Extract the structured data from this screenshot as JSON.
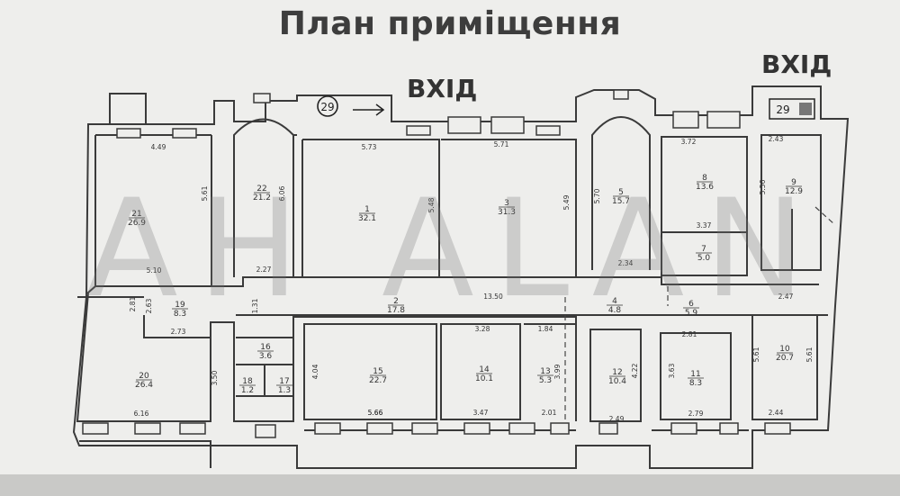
{
  "title": "План приміщення",
  "entrances": [
    "ВХІД",
    "ВХІД"
  ],
  "watermark": "AH ALAN",
  "stair_markers": [
    "29",
    "29"
  ],
  "rooms": [
    {
      "num": "1",
      "area": "32.1"
    },
    {
      "num": "2",
      "area": "17.8"
    },
    {
      "num": "3",
      "area": "31.3"
    },
    {
      "num": "4",
      "area": "4.8"
    },
    {
      "num": "5",
      "area": "15.7"
    },
    {
      "num": "6",
      "area": "5.9"
    },
    {
      "num": "7",
      "area": "5.0"
    },
    {
      "num": "8",
      "area": "13.6"
    },
    {
      "num": "9",
      "area": "12.9"
    },
    {
      "num": "10",
      "area": "20.7"
    },
    {
      "num": "11",
      "area": "8.3"
    },
    {
      "num": "12",
      "area": "10.4"
    },
    {
      "num": "13",
      "area": "5.3"
    },
    {
      "num": "14",
      "area": "10.1"
    },
    {
      "num": "15",
      "area": "22.7"
    },
    {
      "num": "16",
      "area": "3.6"
    },
    {
      "num": "17",
      "area": "1.3"
    },
    {
      "num": "18",
      "area": "1.2"
    },
    {
      "num": "19",
      "area": "8.3"
    },
    {
      "num": "20",
      "area": "26.4"
    },
    {
      "num": "21",
      "area": "26.9"
    },
    {
      "num": "22",
      "area": "21.2"
    }
  ],
  "dimensions": [
    "4.49",
    "5.61",
    "6.06",
    "5.73",
    "5.48",
    "5.71",
    "5.49",
    "5.70",
    "5.66",
    "3.72",
    "2.43",
    "5.56",
    "3.37",
    "5.10",
    "2.27",
    "13.50",
    "2.34",
    "2.81",
    "2.63",
    "1.31",
    "2.73",
    "3.28",
    "1.84",
    "2.47",
    "2.81",
    "3.50",
    "4.04",
    "3.99",
    "4.22",
    "3.63",
    "5.61",
    "5.61",
    "6.16",
    "5.66",
    "3.47",
    "2.01",
    "2.49",
    "2.79",
    "2.44"
  ]
}
